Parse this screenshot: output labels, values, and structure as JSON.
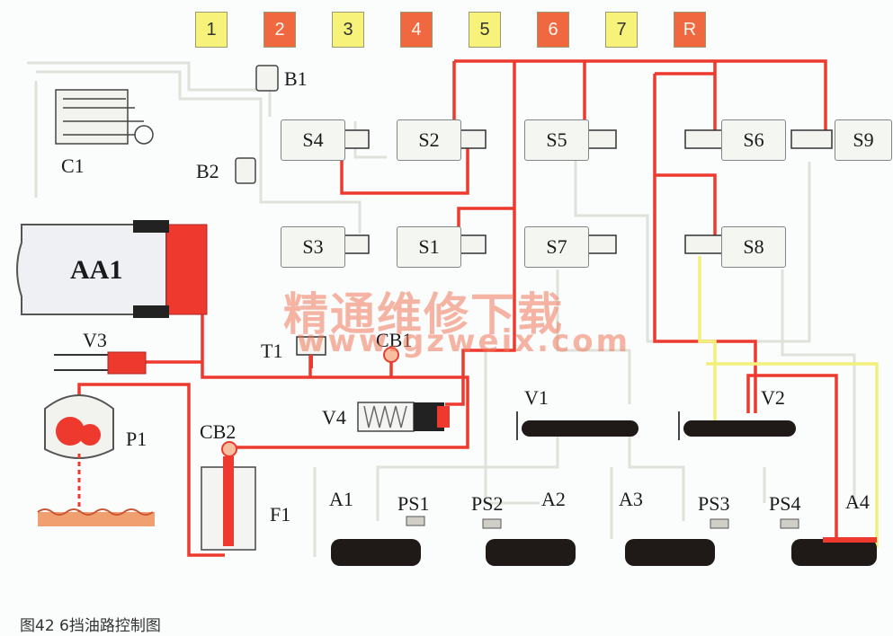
{
  "gears": [
    {
      "label": "1",
      "kind": "odd"
    },
    {
      "label": "2",
      "kind": "even"
    },
    {
      "label": "3",
      "kind": "odd"
    },
    {
      "label": "4",
      "kind": "even"
    },
    {
      "label": "5",
      "kind": "odd"
    },
    {
      "label": "6",
      "kind": "even"
    },
    {
      "label": "7",
      "kind": "odd"
    },
    {
      "label": "R",
      "kind": "even"
    }
  ],
  "labels": {
    "b1": "B1",
    "b2": "B2",
    "c1": "C1",
    "aa1": "AA1",
    "v1": "V1",
    "v2": "V2",
    "v3": "V3",
    "v4": "V4",
    "t1": "T1",
    "cb1": "CB1",
    "cb2": "CB2",
    "p1": "P1",
    "f1": "F1",
    "a1": "A1",
    "a2": "A2",
    "a3": "A3",
    "a4": "A4",
    "ps1": "PS1",
    "ps2": "PS2",
    "ps3": "PS3",
    "ps4": "PS4"
  },
  "solenoids": {
    "s1": "S1",
    "s2": "S2",
    "s3": "S3",
    "s4": "S4",
    "s5": "S5",
    "s6": "S6",
    "s7": "S7",
    "s8": "S8",
    "s9": "S9"
  },
  "watermark": {
    "text": "精通维修下载",
    "url": "www.gzweix.com"
  },
  "caption": "图42   6挡油路控制图",
  "colors": {
    "pressure_line": "#ee3a2e",
    "control_line": "#f2f07a",
    "idle_line": "#e2e4dc",
    "component_dark": "#1f1a18",
    "gear_odd": "#f6f27a",
    "gear_even": "#f0683f"
  }
}
